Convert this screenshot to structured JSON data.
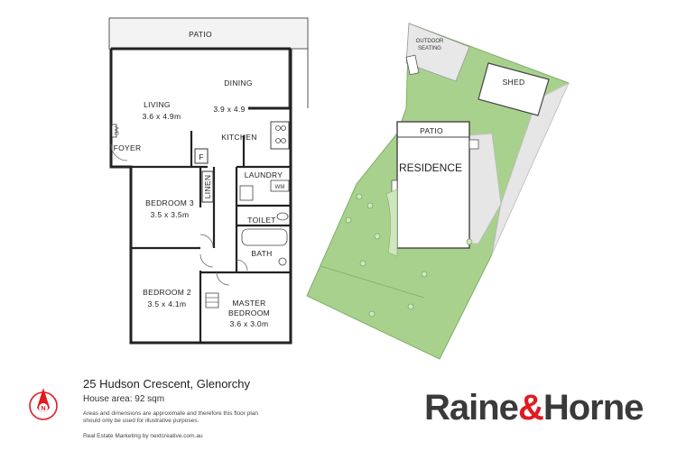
{
  "floorplan": {
    "rooms": {
      "patio": "PATIO",
      "dining": "DINING",
      "dining_size": "3.9 x 4.9",
      "living": "LIVING",
      "living_size": "3.6 x 4.9m",
      "ac": "A/C",
      "foyer": "FOYER",
      "kitchen": "KITCHEN",
      "fridge": "F",
      "laundry": "LAUNDRY",
      "wm": "WM",
      "linen": "LINEN",
      "bedroom3": "BEDROOM 3",
      "bedroom3_size": "3.5 x 3.5m",
      "toilet": "TOILET",
      "bath": "BATH",
      "bedroom2": "BEDROOM 2",
      "bedroom2_size": "3.5 x 4.1m",
      "master1": "MASTER",
      "master2": "BEDROOM",
      "master_size": "3.6 x 3.0m"
    }
  },
  "siteplan": {
    "outdoor1": "OUTDOOR",
    "outdoor2": "SEATING",
    "shed": "SHED",
    "patio": "PATIO",
    "residence": "RESIDENCE"
  },
  "info": {
    "address": "25 Hudson Crescent, Glenorchy",
    "house_area": "House area: 92 sqm",
    "disclaimer": "Areas and dimensions are approximate and therefore this floor plan should only be used for illustrative purposes.",
    "marketing": "Real Estate Marketing by nextcreative.com.au"
  },
  "brand": {
    "part1": "Raine",
    "amp": "&",
    "part2": "Horne"
  },
  "compass": {
    "letter": "N"
  },
  "colors": {
    "lawn": "#a9d18e",
    "brand_red": "#e01b22",
    "wall": "#222222",
    "paving": "#e6e6e6"
  }
}
